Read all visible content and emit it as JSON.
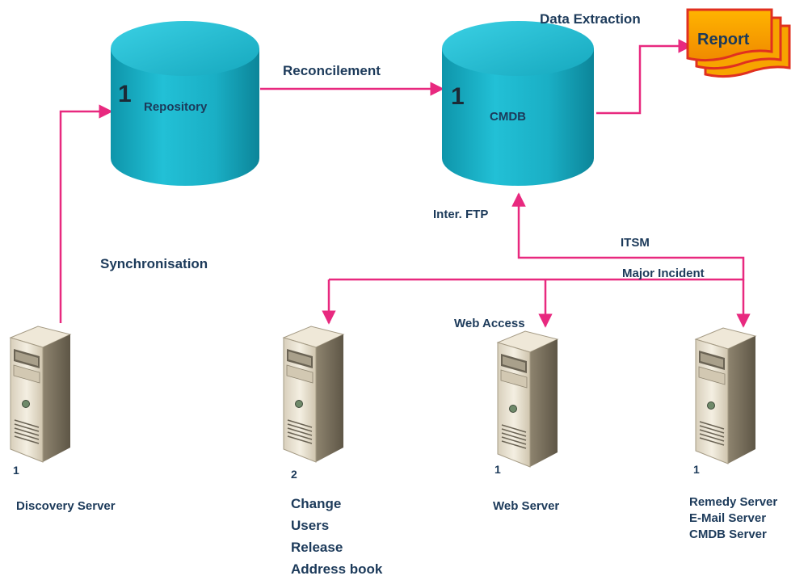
{
  "colors": {
    "connector": "#e8297f",
    "database": "#1db3c9",
    "report": "#f5a800",
    "report_border": "#e03020",
    "text": "#1c3a5a"
  },
  "databases": {
    "repository": {
      "count": "1",
      "label": "Repository"
    },
    "cmdb": {
      "count": "1",
      "label": "CMDB"
    }
  },
  "report": {
    "label": "Report",
    "icon": "stacked-documents-icon"
  },
  "connections": {
    "data_extraction": "Data Extraction",
    "reconcilement": "Reconcilement",
    "synchronisation": "Synchronisation",
    "inter_ftp": "Inter. FTP",
    "itsm": "ITSM",
    "major_incident": "Major Incident",
    "web_access": "Web Access"
  },
  "servers": {
    "discovery": {
      "count": "1",
      "lines": [
        "Discovery Server"
      ],
      "icon": "server-tower-icon"
    },
    "change": {
      "count": "2",
      "lines": [
        "Change",
        "Users",
        "Release",
        "Address book"
      ],
      "icon": "server-tower-icon"
    },
    "web": {
      "count": "1",
      "lines": [
        "Web Server"
      ],
      "icon": "server-tower-icon"
    },
    "remedy": {
      "count": "1",
      "lines": [
        "Remedy Server",
        "E-Mail Server",
        "CMDB Server"
      ],
      "icon": "server-tower-icon"
    }
  }
}
